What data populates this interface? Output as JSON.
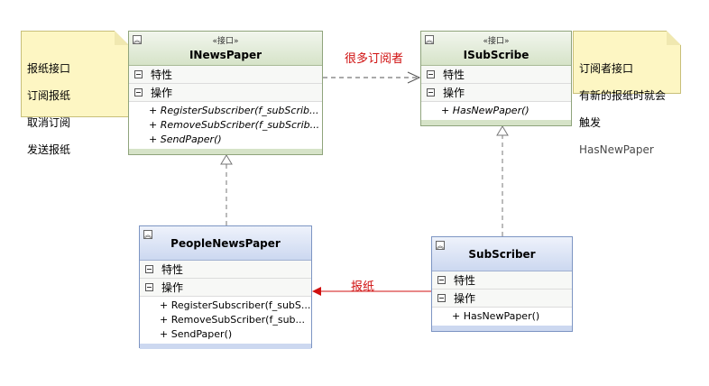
{
  "notes": [
    {
      "id": "news",
      "lines": [
        "报纸接口",
        "订阅报纸",
        "取消订阅",
        "发送报纸"
      ]
    },
    {
      "id": "sub",
      "lines": [
        "订阅者接口",
        "有新的报纸时就会",
        "触发",
        "HasNewPaper"
      ]
    }
  ],
  "classes": {
    "inewspaper": {
      "stereotype": "«接口»",
      "name": "INewsPaper",
      "attr_label": "特性",
      "ops_label": "操作",
      "ops": [
        "+ RegisterSubscriber(f_subScrib...",
        "+ RemoveSubScriber(f_subScrib...",
        "+ SendPaper()"
      ]
    },
    "isubscribe": {
      "stereotype": "«接口»",
      "name": "ISubScribe",
      "attr_label": "特性",
      "ops_label": "操作",
      "ops": [
        "+ HasNewPaper()"
      ]
    },
    "peoplenewspaper": {
      "name": "PeopleNewsPaper",
      "attr_label": "特性",
      "ops_label": "操作",
      "ops": [
        "+ RegisterSubscriber(f_subS...",
        "+ RemoveSubScriber(f_sub...",
        "+ SendPaper()"
      ]
    },
    "subscriber": {
      "name": "SubScriber",
      "attr_label": "特性",
      "ops_label": "操作",
      "ops": [
        "+ HasNewPaper()"
      ]
    }
  },
  "relations": {
    "dependency_label": "很多订阅者",
    "association_label": "报纸"
  },
  "colors": {
    "label": "#d01010",
    "note_bg": "#fdf6c3"
  }
}
